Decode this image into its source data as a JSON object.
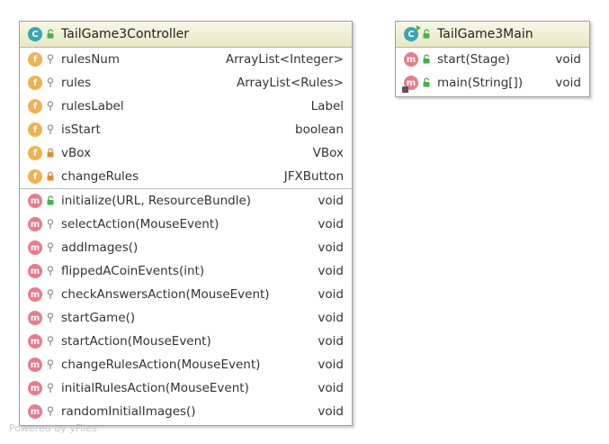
{
  "classes": {
    "controller": {
      "name": "TailGame3Controller",
      "fields": [
        {
          "name": "rulesNum",
          "type": "ArrayList<Integer>",
          "visibility": "package"
        },
        {
          "name": "rules",
          "type": "ArrayList<Rules>",
          "visibility": "package"
        },
        {
          "name": "rulesLabel",
          "type": "Label",
          "visibility": "package"
        },
        {
          "name": "isStart",
          "type": "boolean",
          "visibility": "package"
        },
        {
          "name": "vBox",
          "type": "VBox",
          "visibility": "private"
        },
        {
          "name": "changeRules",
          "type": "JFXButton",
          "visibility": "private"
        }
      ],
      "methods": [
        {
          "name": "initialize(URL, ResourceBundle)",
          "type": "void",
          "visibility": "public"
        },
        {
          "name": "selectAction(MouseEvent)",
          "type": "void",
          "visibility": "package"
        },
        {
          "name": "addImages()",
          "type": "void",
          "visibility": "package"
        },
        {
          "name": "flippedACoinEvents(int)",
          "type": "void",
          "visibility": "package"
        },
        {
          "name": "checkAnswersAction(MouseEvent)",
          "type": "void",
          "visibility": "package"
        },
        {
          "name": "startGame()",
          "type": "void",
          "visibility": "package"
        },
        {
          "name": "startAction(MouseEvent)",
          "type": "void",
          "visibility": "package"
        },
        {
          "name": "changeRulesAction(MouseEvent)",
          "type": "void",
          "visibility": "package"
        },
        {
          "name": "initialRulesAction(MouseEvent)",
          "type": "void",
          "visibility": "package"
        },
        {
          "name": "randomInitialImages()",
          "type": "void",
          "visibility": "package"
        }
      ]
    },
    "main": {
      "name": "TailGame3Main",
      "fields": [],
      "methods": [
        {
          "name": "start(Stage)",
          "type": "void",
          "visibility": "public"
        },
        {
          "name": "main(String[])",
          "type": "void",
          "visibility": "public",
          "static": true
        }
      ]
    }
  },
  "icons": {
    "class_letter": "C",
    "field_letter": "f",
    "method_letter": "m"
  },
  "colors": {
    "class_icon": "#3aa3b4",
    "field_icon": "#f0b24e",
    "method_icon": "#e77b8c",
    "public_lock": "#46b04a",
    "private_lock": "#e08a3a",
    "package_pin": "#9a9a9a",
    "header_bg": "#eeeed6"
  },
  "watermark": "Powered by yFiles"
}
